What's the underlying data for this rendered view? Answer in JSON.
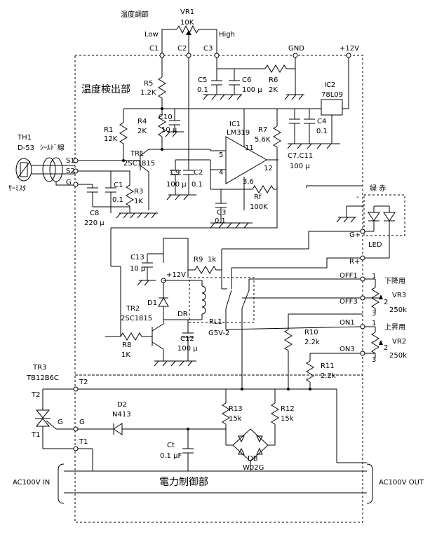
{
  "labels": {
    "temp_adjust": "温度調節",
    "vr1": "VR1",
    "vr1_val": "10K",
    "low": "Low",
    "high": "High",
    "c1_node": "C1",
    "c2_node": "C2",
    "c3_node": "C3",
    "gnd": "GND",
    "v12_top": "+12V",
    "detect_section": "温度検出部",
    "power_section": "電力制御部",
    "th1": "TH1",
    "d53": "D-53",
    "shield": "ｼｰﾙﾄﾞ線",
    "thermistor": "ｻｰﾐｽﾀ",
    "s1": "S1",
    "s2": "S2",
    "g_in": "G",
    "r5": "R5",
    "r5v": "1.2K",
    "r4": "R4",
    "r4v": "2K",
    "r1": "R1",
    "r1v": "12K",
    "r3": "R3",
    "r3v": "1K",
    "c1": "C1",
    "c1v": "0.1",
    "c8": "C8",
    "c8v": "220 μ",
    "tr1": "TR1",
    "tr1v": "2SC1815",
    "c10": "C10",
    "c10v": "10 μ",
    "c9": "C9",
    "c9v": "100 μ",
    "c2": "C2",
    "c2v": "0.1",
    "c5": "C5",
    "c5v": "0.1",
    "c6": "C6",
    "c6v": "100 μ",
    "r6": "R6",
    "r6v": "2K",
    "ic2": "IC2",
    "ic2v": "78L09",
    "ic1": "IC1",
    "ic1v": "LM319",
    "r7": "R7",
    "r7v": "5.6K",
    "c4": "C4",
    "c4v": "0.1",
    "c711": "C7,C11",
    "c711v": "100 μ",
    "pin5": "5",
    "pin4": "4",
    "pin11": "11",
    "pin12": "12",
    "pin36": "3,6",
    "rf": "Rf",
    "rfv": "100K",
    "c3": "C3",
    "c3v": "0.1",
    "green_red": "緑 赤",
    "gplus": "G+",
    "rplus": "R+",
    "led": "LED",
    "c13": "C13",
    "c13v": "10 μ",
    "v12_mid": "+12V",
    "r9": "R9",
    "r9v": "1k",
    "d1": "D1",
    "dr": "DR",
    "rl1": "RL1",
    "rl1v": "G5V-2",
    "tr2": "TR2",
    "tr2v": "2SC1815",
    "r8": "R8",
    "r8v": "1K",
    "c12": "C12",
    "c12v": "100 μ",
    "off1": "OFF1",
    "off3": "OFF3",
    "on1": "ON1",
    "on3": "ON3",
    "down_temp": "下降用",
    "vr3": "VR3",
    "vr3v": "250k",
    "up_temp": "上昇用",
    "vr2": "VR2",
    "vr2v": "250k",
    "r10": "R10",
    "r10v": "2.2k",
    "r11": "R11",
    "r11v": "2.2k",
    "tr3": "TR3",
    "tr3v": "TB12B6C",
    "t2": "T2",
    "t1": "T1",
    "g": "G",
    "d2": "D2",
    "d2v": "N413",
    "r13": "R13",
    "r13v": "15k",
    "r12": "R12",
    "r12v": "15k",
    "ct": "Ct",
    "ctv": "0.1 μF",
    "db": "DB",
    "dbv": "W02G",
    "ac_in": "AC100V IN",
    "ac_out": "AC100V OUT",
    "pot1": "1",
    "pot2": "2",
    "pot3": "3",
    "dash_mark": "-"
  }
}
